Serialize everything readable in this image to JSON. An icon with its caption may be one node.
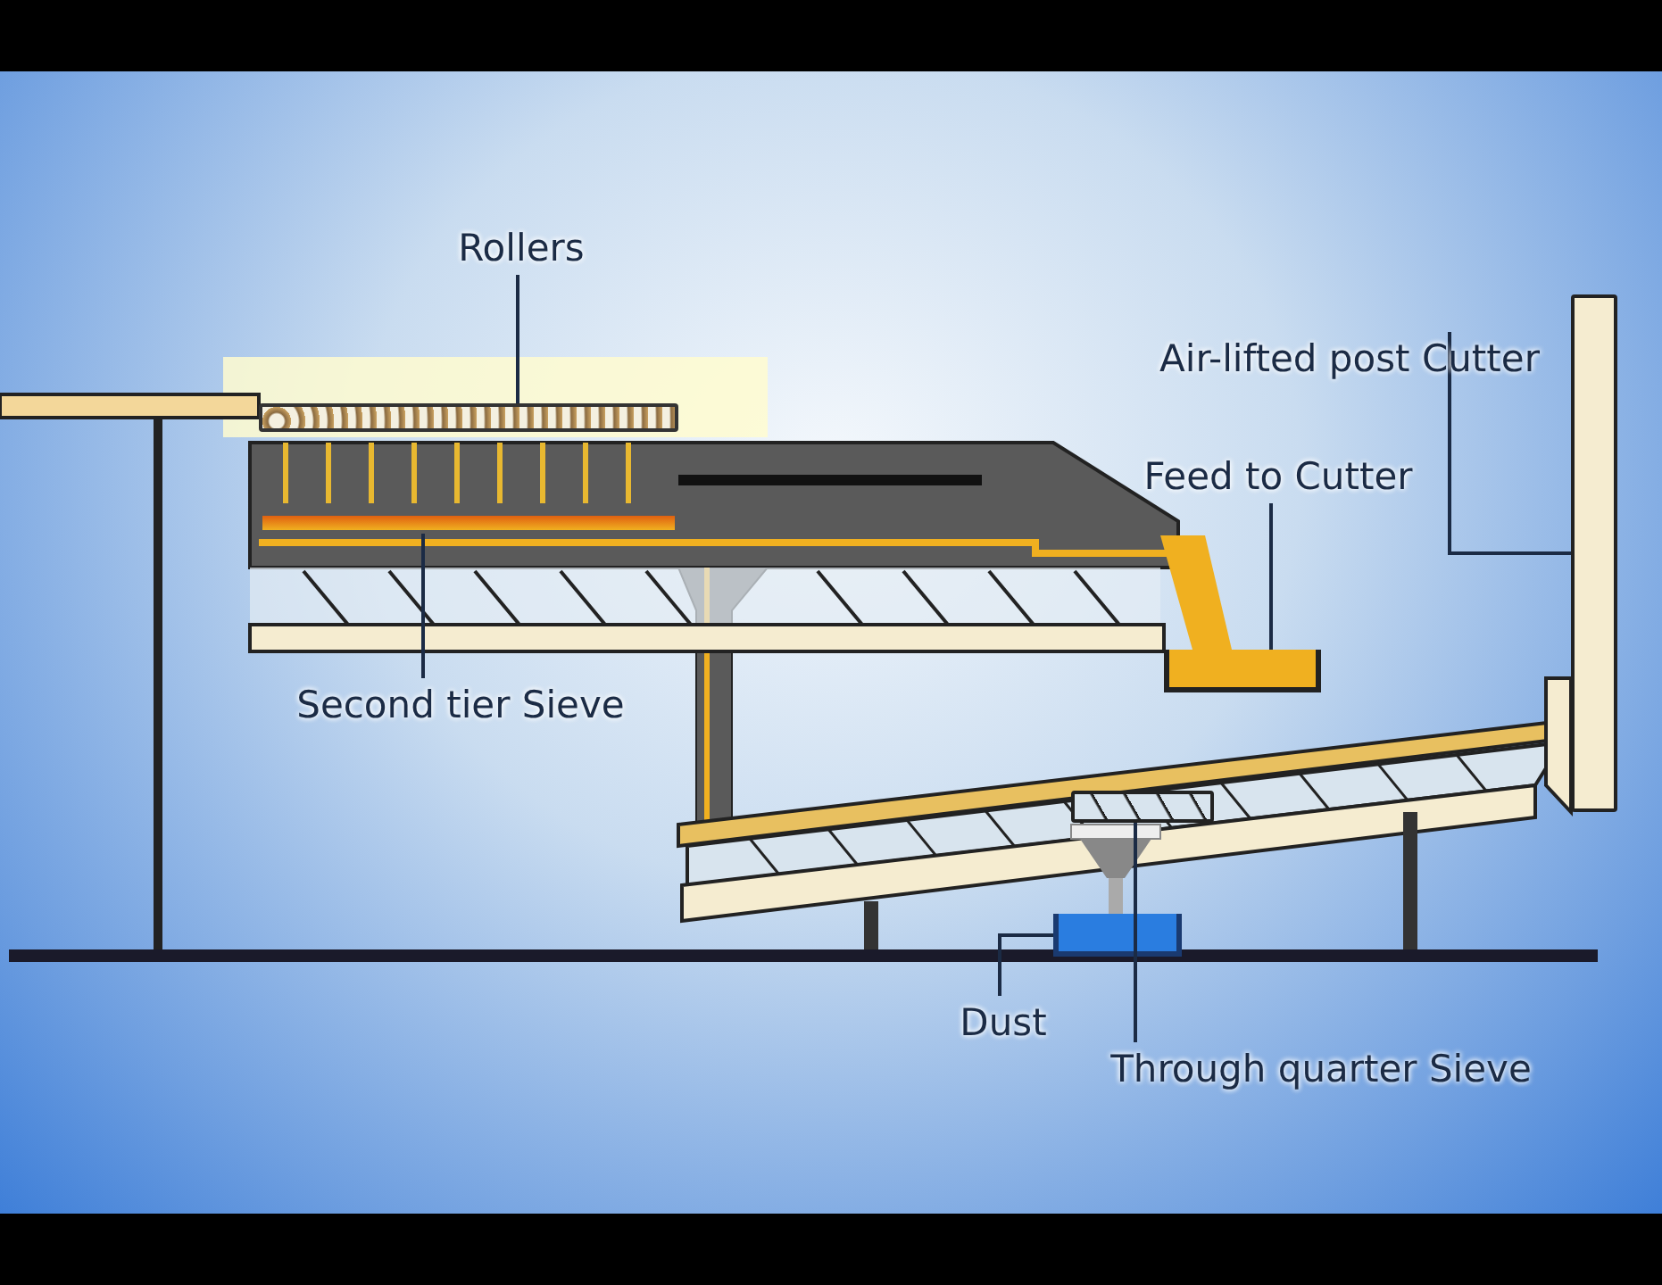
{
  "diagram": {
    "nodes": [
      {
        "text": [
          "Rollers"
        ]
      },
      {
        "text": [],
        "shape": "bar"
      },
      {
        "text": [
          "Air-lifted post Cutter"
        ]
      },
      {
        "text": [],
        "shape": "bar"
      },
      {
        "text": [
          "Feed to Cutter"
        ]
      },
      {
        "text": [],
        "shape": "box"
      },
      {
        "text": [
          "Second tier Sieve"
        ]
      },
      {
        "text": [],
        "shape": "bar"
      },
      {
        "text": [
          "Dust"
        ]
      },
      {
        "text": [],
        "shape": "box"
      },
      {
        "text": [
          "Through quarter Sieve"
        ]
      },
      {
        "text": [],
        "shape": "bar"
      }
    ],
    "edges": [
      {
        "from": 0,
        "to": 1,
        "arrow": "none"
      },
      {
        "from": 2,
        "to": 3,
        "arrow": "none"
      },
      {
        "from": 4,
        "to": 5,
        "arrow": "none"
      },
      {
        "from": 6,
        "to": 7,
        "arrow": "none"
      },
      {
        "from": 8,
        "to": 9,
        "arrow": "none"
      },
      {
        "from": 10,
        "to": 11,
        "arrow": "none"
      }
    ]
  }
}
